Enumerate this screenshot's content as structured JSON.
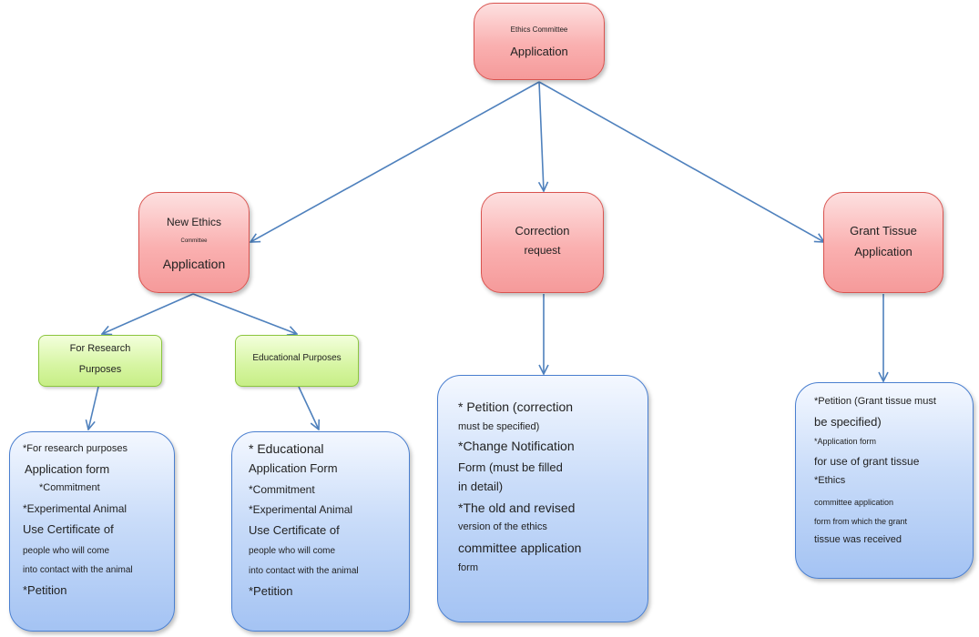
{
  "root": {
    "small": "Ethics Committee",
    "main": "Application"
  },
  "new_ethics": {
    "line1": "New Ethics",
    "line2": "Committee",
    "line3": "Application"
  },
  "correction": {
    "line1": "Correction",
    "line2": "request"
  },
  "grant_tissue": {
    "line1": "Grant Tissue",
    "line2": "Application"
  },
  "research": {
    "line1": "For Research",
    "line2": "Purposes"
  },
  "educational": {
    "line1": "Educational Purposes"
  },
  "research_docs": [
    "*For research purposes",
    "Application form",
    "*Commitment",
    "*Experimental Animal",
    "Use Certificate of",
    "people who will come",
    "into contact with the animal",
    "*Petition"
  ],
  "educational_docs": [
    "* Educational",
    "Application Form",
    "*Commitment",
    "*Experimental Animal",
    "Use Certificate of",
    "people who will come",
    "into contact with the animal",
    "*Petition"
  ],
  "correction_docs": [
    "* Petition (correction",
    "must be specified)",
    "*Change Notification",
    "Form (must be filled",
    "in detail)",
    "*The old and revised",
    "version of the ethics",
    "committee application",
    "form"
  ],
  "grant_docs": [
    "*Petition (Grant tissue must",
    "be specified)",
    "*Application form",
    "for use of grant tissue",
    "*Ethics",
    "committee application",
    "form from which the grant",
    "tissue was received"
  ],
  "colors": {
    "arrow": "#4f81bd",
    "red_fill": "#f9a8a8",
    "green_fill": "#d6f5a2",
    "blue_fill": "#b5cef5"
  }
}
